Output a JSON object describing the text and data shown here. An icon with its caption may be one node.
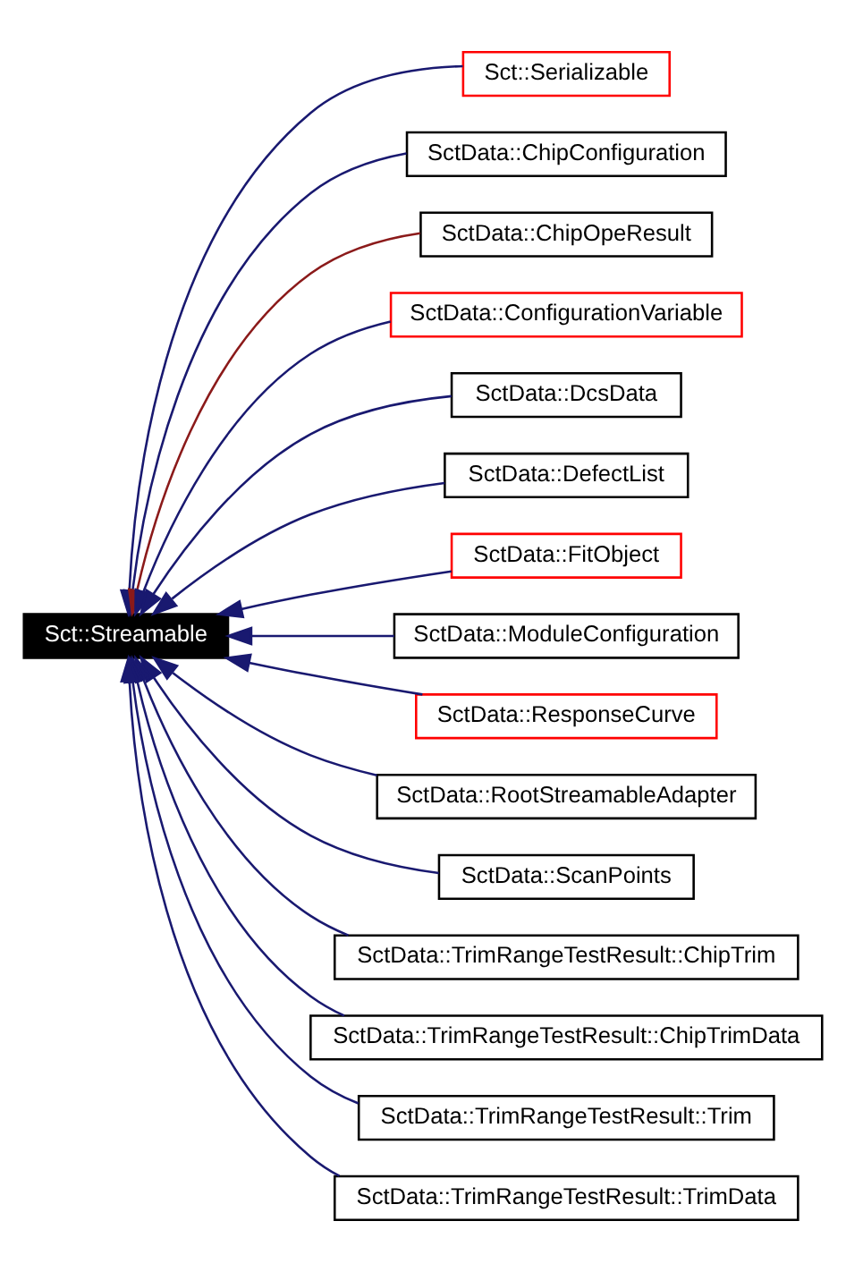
{
  "diagram": {
    "nodes": [
      {
        "text": [
          "Sct::Streamable"
        ]
      },
      {
        "text": [
          "Sct::Serializable"
        ]
      },
      {
        "text": [
          "SctData::ChipConfiguration"
        ]
      },
      {
        "text": [
          "SctData::ChipOpeResult"
        ]
      },
      {
        "text": [
          "SctData::ConfigurationVariable"
        ]
      },
      {
        "text": [
          "SctData::DcsData"
        ]
      },
      {
        "text": [
          "SctData::DefectList"
        ]
      },
      {
        "text": [
          "SctData::FitObject"
        ]
      },
      {
        "text": [
          "SctData::ModuleConfiguration"
        ]
      },
      {
        "text": [
          "SctData::ResponseCurve"
        ]
      },
      {
        "text": [
          "SctData::RootStreamableAdapter"
        ]
      },
      {
        "text": [
          "SctData::ScanPoints"
        ]
      },
      {
        "text": [
          "SctData::TrimRangeTestResult::ChipTrim"
        ]
      },
      {
        "text": [
          "SctData::TrimRangeTestResult::ChipTrimData"
        ]
      },
      {
        "text": [
          "SctData::TrimRangeTestResult::Trim"
        ]
      },
      {
        "text": [
          "SctData::TrimRangeTestResult::TrimData"
        ]
      }
    ],
    "edges": [
      {
        "from": 1,
        "to": 0,
        "arrow": "to"
      },
      {
        "from": 2,
        "to": 0,
        "arrow": "to"
      },
      {
        "from": 3,
        "to": 0,
        "arrow": "to",
        "color": "#8b1a1a"
      },
      {
        "from": 4,
        "to": 0,
        "arrow": "to"
      },
      {
        "from": 5,
        "to": 0,
        "arrow": "to"
      },
      {
        "from": 6,
        "to": 0,
        "arrow": "to"
      },
      {
        "from": 7,
        "to": 0,
        "arrow": "to"
      },
      {
        "from": 8,
        "to": 0,
        "arrow": "to"
      },
      {
        "from": 9,
        "to": 0,
        "arrow": "to"
      },
      {
        "from": 10,
        "to": 0,
        "arrow": "to"
      },
      {
        "from": 11,
        "to": 0,
        "arrow": "to"
      },
      {
        "from": 12,
        "to": 0,
        "arrow": "to"
      },
      {
        "from": 13,
        "to": 0,
        "arrow": "to"
      },
      {
        "from": 14,
        "to": 0,
        "arrow": "to"
      },
      {
        "from": 15,
        "to": 0,
        "arrow": "to"
      }
    ]
  }
}
